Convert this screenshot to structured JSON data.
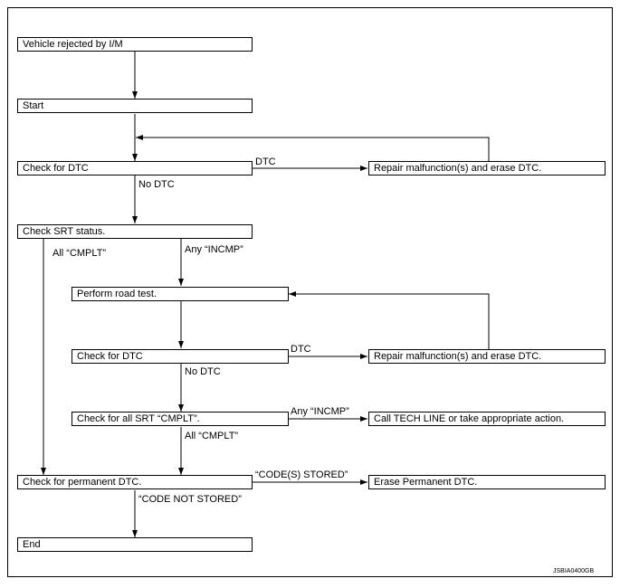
{
  "diagram_code": "JSBIA0400GB",
  "nodes": {
    "rejected": "Vehicle rejected by I/M",
    "start": "Start",
    "check_dtc_1": "Check for DTC",
    "repair_1": "Repair malfunction(s) and erase DTC.",
    "check_srt": "Check SRT status.",
    "road_test": "Perform road test.",
    "check_dtc_2": "Check for DTC",
    "repair_2": "Repair malfunction(s) and erase DTC.",
    "check_all_srt": "Check for all SRT “CMPLT”.",
    "tech_line": "Call TECH LINE or take appropriate action.",
    "check_perm": "Check for permanent DTC.",
    "erase_perm": "Erase Permanent DTC.",
    "end": "End"
  },
  "edge_labels": {
    "dtc_1": "DTC",
    "no_dtc_1": "No DTC",
    "all_cmplt_1": "All “CMPLT”",
    "any_incmp_1": "Any “INCMP”",
    "dtc_2": "DTC",
    "no_dtc_2": "No DTC",
    "any_incmp_2": "Any “INCMP”",
    "all_cmplt_2": "All “CMPLT”",
    "codes_stored": "“CODE(S) STORED”",
    "code_not_stored": "“CODE NOT STORED”"
  }
}
